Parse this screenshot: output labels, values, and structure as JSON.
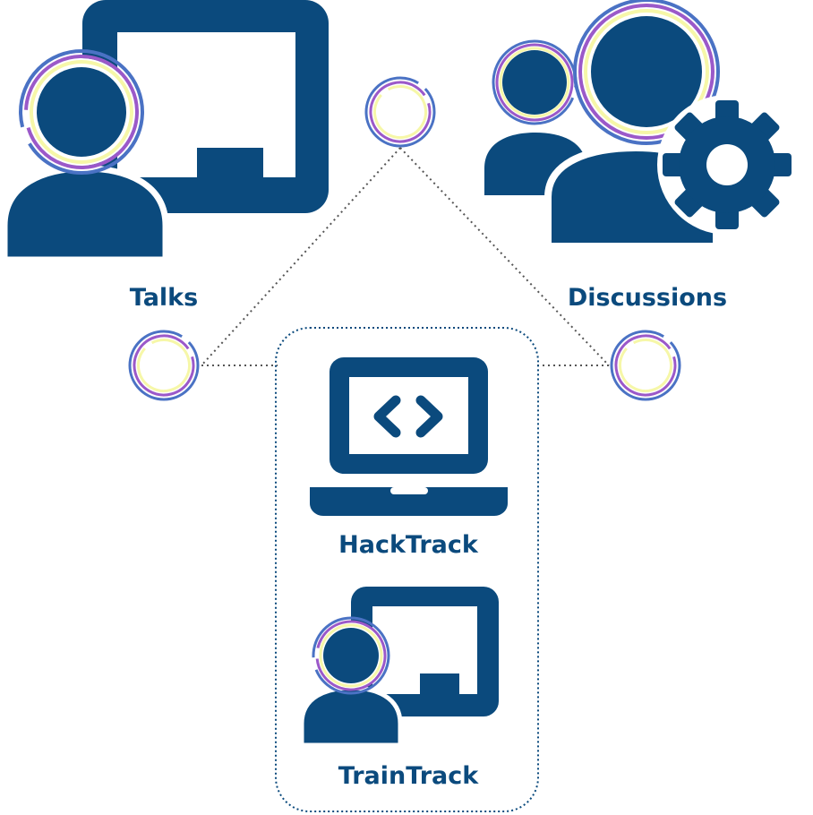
{
  "labels": {
    "talks": "Talks",
    "discussions": "Discussions",
    "hacktrack": "HackTrack",
    "traintrack": "TrainTrack"
  },
  "colors": {
    "primary": "#0b4a7d",
    "ring_blue": "#4a72c4",
    "ring_purple": "#9b59c9",
    "ring_yellow": "#f6f7a8",
    "connector": "#555555"
  },
  "icons": {
    "talks": "presenter-icon",
    "discussions": "user-group-settings-icon",
    "hacktrack": "laptop-code-icon",
    "traintrack": "presenter-icon"
  }
}
